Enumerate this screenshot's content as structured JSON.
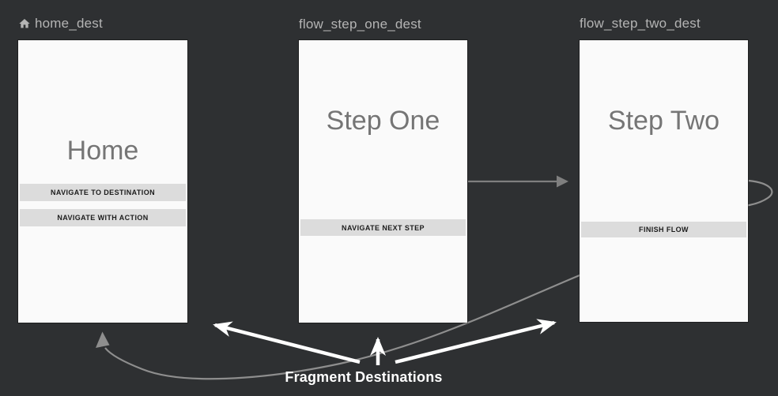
{
  "editor": {
    "type": "navigation-graph-canvas",
    "background_color": "#2e3032",
    "card_background_color": "#fafafa",
    "action_arrow_color": "#8e8e8e",
    "annotation_color": "#ffffff"
  },
  "destinations": [
    {
      "id": "home_dest",
      "label": "home_dest",
      "icon": "home-icon",
      "is_start_destination": true,
      "screen_title": "Home",
      "buttons": [
        "NAVIGATE TO DESTINATION",
        "NAVIGATE WITH ACTION"
      ]
    },
    {
      "id": "flow_step_one_dest",
      "label": "flow_step_one_dest",
      "screen_title": "Step One",
      "buttons": [
        "NAVIGATE NEXT STEP"
      ]
    },
    {
      "id": "flow_step_two_dest",
      "label": "flow_step_two_dest",
      "screen_title": "Step Two",
      "buttons": [
        "FINISH FLOW"
      ]
    }
  ],
  "actions": [
    {
      "id": "step-one-to-step-two",
      "from": "flow_step_one_dest",
      "to": "flow_step_two_dest"
    },
    {
      "id": "step-two-pop-to-home",
      "from": "flow_step_two_dest",
      "to": "home_dest"
    }
  ],
  "annotation": {
    "label": "Fragment Destinations"
  }
}
